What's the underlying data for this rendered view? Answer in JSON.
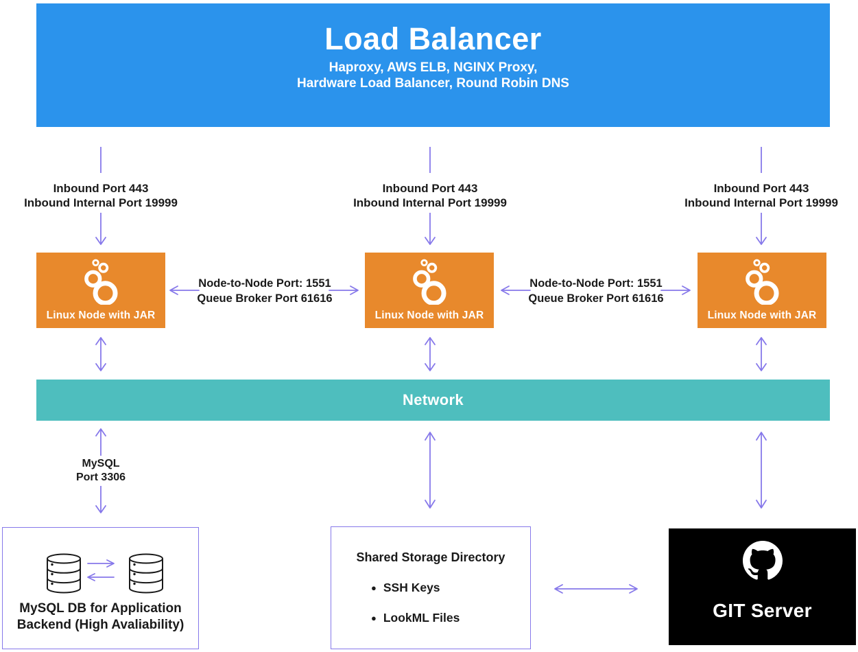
{
  "colors": {
    "load_balancer_blue": "#2B93EC",
    "node_orange": "#E8892C",
    "network_teal": "#4EBEBE",
    "arrow_purple": "#8678EA",
    "text_black": "#1A1A1A",
    "git_black": "#000000"
  },
  "load_balancer": {
    "title": "Load Balancer",
    "subtitle_line1": "Haproxy, AWS ELB, NGINX Proxy,",
    "subtitle_line2": "Hardware Load Balancer, Round Robin DNS"
  },
  "inbound_label": {
    "line1": "Inbound Port 443",
    "line2": "Inbound Internal Port 19999"
  },
  "node": {
    "label": "Linux Node with JAR",
    "icon": "looker-icon"
  },
  "node_link": {
    "line1": "Node-to-Node Port: 1551",
    "line2": "Queue Broker Port 61616"
  },
  "network": {
    "label": "Network"
  },
  "mysql_link": {
    "line1": "MySQL",
    "line2": "Port 3306"
  },
  "mysql_box": {
    "line1": "MySQL DB for Application",
    "line2": "Backend (High Avaliability)",
    "icon": "database-icon"
  },
  "storage_box": {
    "title": "Shared Storage Directory",
    "items": [
      "SSH Keys",
      "LookML Files"
    ]
  },
  "git_box": {
    "label": "GIT Server",
    "icon": "github-icon"
  }
}
